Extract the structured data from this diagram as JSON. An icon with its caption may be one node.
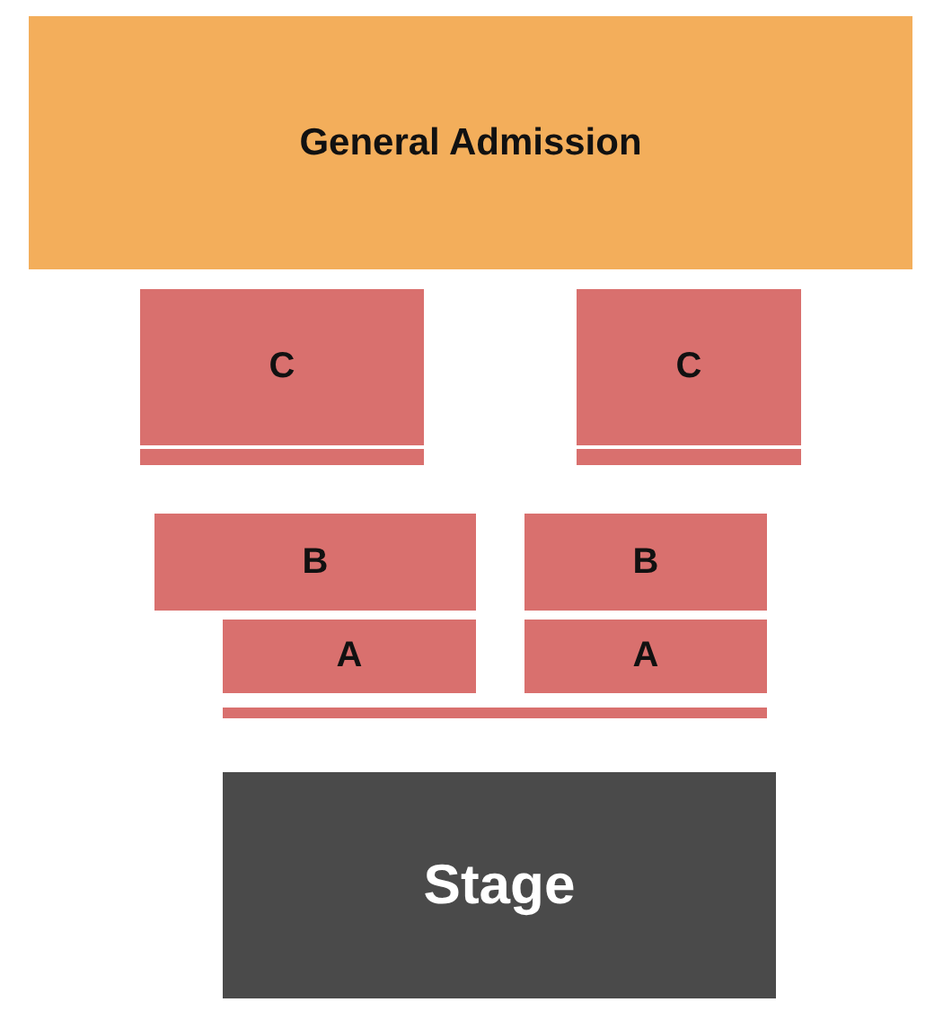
{
  "diagram": {
    "nodes": [
      {
        "text": [
          "General Admission"
        ]
      },
      {
        "text": [
          "C"
        ]
      },
      {
        "text": [
          "C"
        ]
      },
      {
        "text": [],
        "shape": "bar"
      },
      {
        "text": [],
        "shape": "bar"
      },
      {
        "text": [
          "B"
        ]
      },
      {
        "text": [
          "B"
        ]
      },
      {
        "text": [
          "A"
        ]
      },
      {
        "text": [
          "A"
        ]
      },
      {
        "text": [],
        "shape": "bar"
      },
      {
        "text": [
          "Stage"
        ]
      }
    ]
  }
}
